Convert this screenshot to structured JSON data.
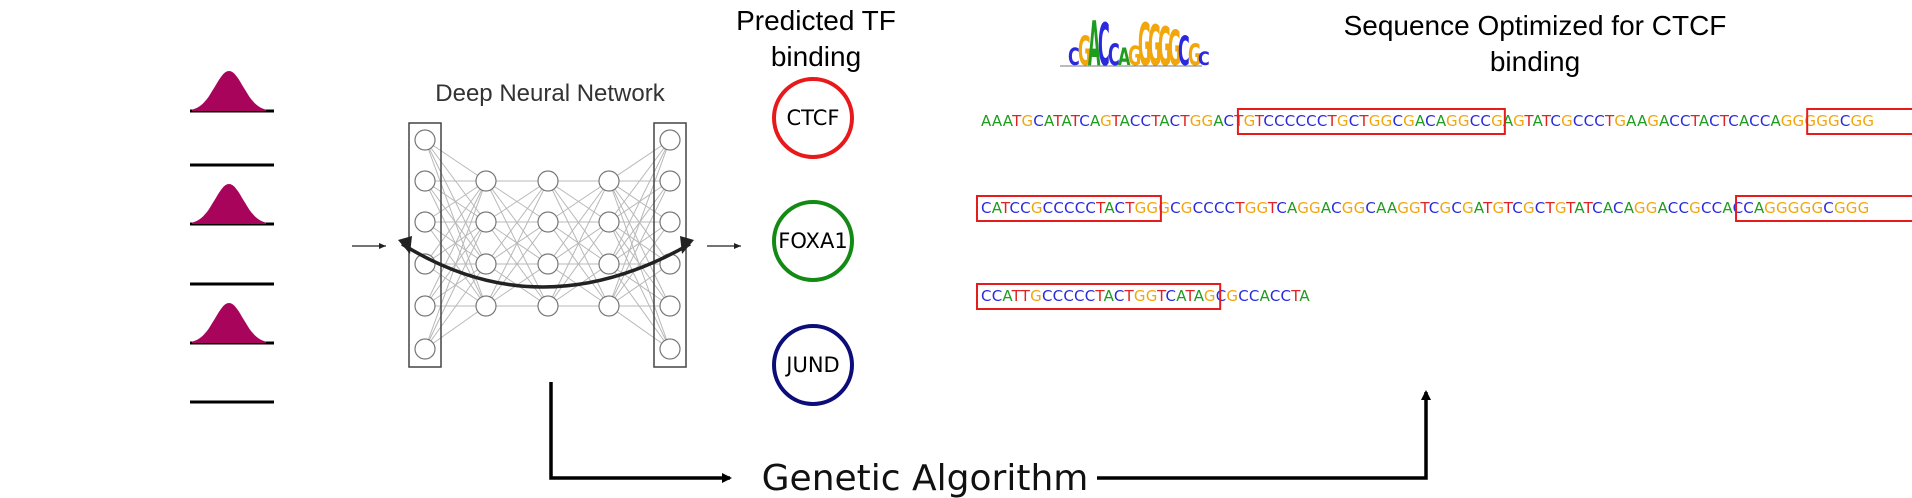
{
  "diagram": {
    "network_title": "Deep Neural Network",
    "predicted_title_line1": "Predicted TF",
    "predicted_title_line2": "binding",
    "sequence_title_line1": "Sequence Optimized for CTCF",
    "sequence_title_line2": "binding",
    "ga_label": "Genetic Algorithm",
    "tf_circles": [
      {
        "label": "CTCF",
        "color": "#e8191a"
      },
      {
        "label": "FOXA1",
        "color": "#138a13"
      },
      {
        "label": "JUND",
        "color": "#0d0d7a"
      }
    ],
    "peak_color": "#a8045c",
    "tracks": [
      {
        "has_peak": true
      },
      {
        "has_peak": true
      },
      {
        "has_peak": true
      },
      {
        "has_peak": false
      }
    ],
    "sequence_lines": [
      "AAATGCATATCAGTACCTACTGGACTGTCCCCCCTGCTGGCGACAGGCCGAGTATCGCCCTGAAGACCTACTCACCAGGGGGCGG",
      "CATCCGCCCCCTACTGGGCGCCCCTGGTCAGGACGGCAAGGTCGCGATGTCGCTGTATCACAGGACCGCCACCAGGGGGCGGG",
      "CCATTGCCCCCTACTGGTCATAGCGCCACCTA"
    ],
    "base_colors": {
      "A": "#1e9c1e",
      "C": "#2a2adc",
      "G": "#f1a60c",
      "T": "#e02222"
    },
    "highlight_color": "#e41c1c",
    "logo_letters": "CGACCAGGGGGCGC"
  }
}
